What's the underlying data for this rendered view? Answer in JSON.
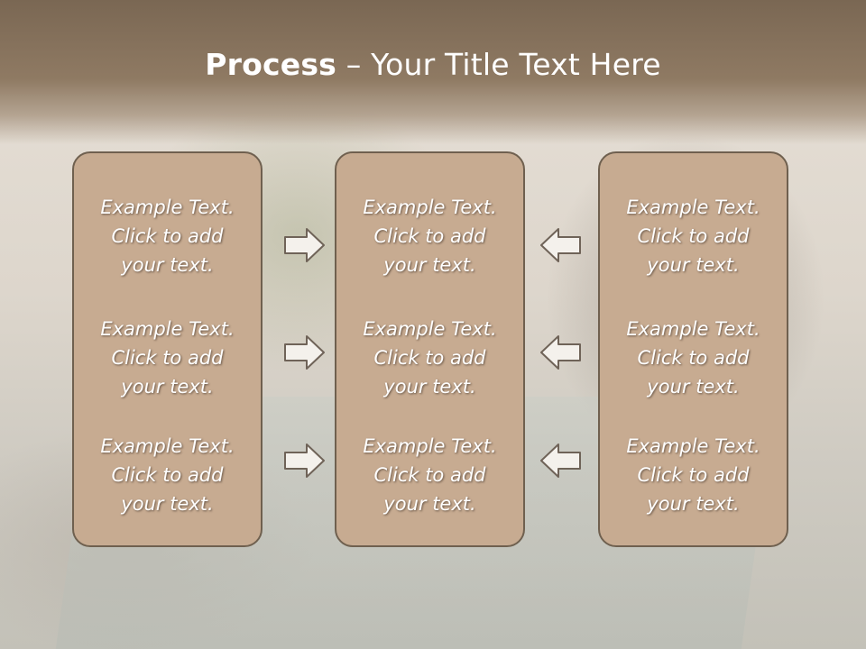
{
  "title": {
    "bold": "Process",
    "rest": " – Your Title Text Here"
  },
  "columns": [
    {
      "items": [
        "Example Text.\nClick  to add\nyour text.",
        "Example Text.\nClick  to add\nyour text.",
        "Example Text.\nClick  to add\nyour text."
      ]
    },
    {
      "items": [
        "Example Text.\nClick  to add\nyour text.",
        "Example Text.\nClick  to add\nyour text.",
        "Example Text.\nClick  to add\nyour text."
      ]
    },
    {
      "items": [
        "Example Text.\nClick  to add\nyour text.",
        "Example Text.\nClick  to add\nyour text.",
        "Example Text.\nClick  to add\nyour text."
      ]
    }
  ],
  "icons": {
    "left_arrows": "right-arrow-icon",
    "right_arrows": "left-arrow-icon"
  },
  "colors": {
    "title_bar": "#7a6753",
    "box_fill": "#c7ab91",
    "box_border": "#6f604f",
    "text": "#ffffff"
  }
}
